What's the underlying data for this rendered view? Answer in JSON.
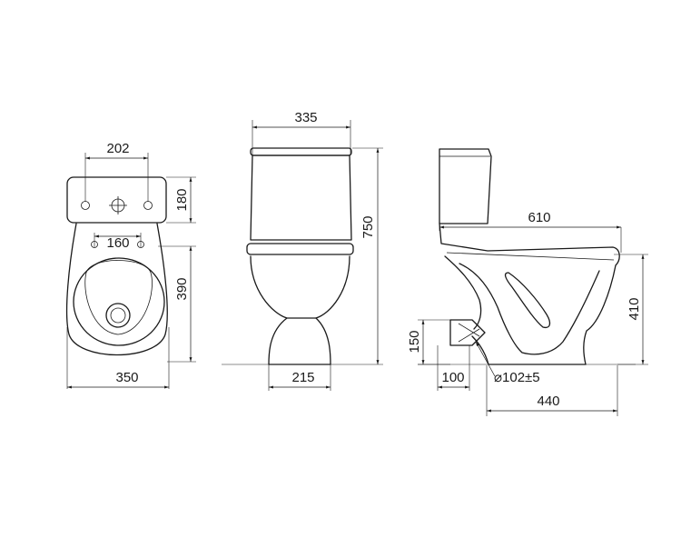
{
  "dimensions": {
    "tank_holes_span": "202",
    "tank_depth": "180",
    "fixing_holes_span": "160",
    "bowl_depth": "390",
    "overall_width": "350",
    "tank_width": "335",
    "overall_height": "750",
    "base_width": "215",
    "overall_length": "610",
    "bowl_height": "410",
    "outlet_height": "150",
    "outlet_length": "100",
    "outlet_diameter": "⌀102±5",
    "base_length": "440"
  },
  "colors": {
    "line": "#1a1a1a",
    "background": "#ffffff"
  }
}
